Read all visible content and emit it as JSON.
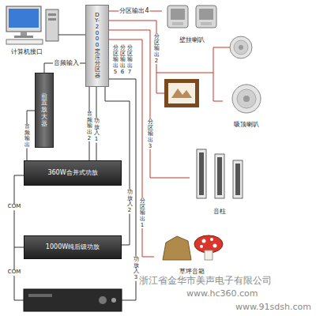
{
  "diagram": {
    "nodes": [
      {
        "text": [
          "DY-2000定压分区器"
        ]
      },
      {
        "text": [
          "前置放大器"
        ]
      },
      {
        "text": [
          "360W合并式功放"
        ]
      },
      {
        "text": [
          "1000W纯后级功放"
        ]
      },
      {
        "text": [
          "壁挂喇叭"
        ]
      },
      {
        "text": [
          "吸顶喇叭"
        ]
      },
      {
        "text": [
          "音柱"
        ]
      },
      {
        "text": [
          "草坪音箱"
        ]
      }
    ],
    "edges": [
      {
        "from": 1,
        "to": 0,
        "arrow": "none",
        "label": "音频输入"
      },
      {
        "from": 0,
        "to": 2,
        "arrow": "none",
        "label": "音频输出2"
      },
      {
        "from": 1,
        "to": 2,
        "arrow": "none",
        "label": "音频输出"
      },
      {
        "from": 2,
        "to": 0,
        "arrow": "none",
        "label": "功放入1"
      },
      {
        "from": 3,
        "to": 0,
        "arrow": "none",
        "label": "功放入2"
      },
      {
        "from": 0,
        "to": 4,
        "arrow": "none",
        "label": "分区输出4"
      },
      {
        "from": 0,
        "to": 5,
        "arrow": "none",
        "label": "分区输出2"
      },
      {
        "from": 0,
        "to": 6,
        "arrow": "none",
        "label": "分区输出3"
      },
      {
        "from": 0,
        "to": 7,
        "arrow": "none",
        "label": "分区输出1"
      }
    ],
    "labels": [
      "计算机接口",
      "分区输出5",
      "分区输出6",
      "分区输出7",
      "COM",
      "COM",
      "功放入3",
      "浙江省金华市美声电子有限公司",
      "www.hc360.com",
      "www.91sdsh.com"
    ]
  }
}
